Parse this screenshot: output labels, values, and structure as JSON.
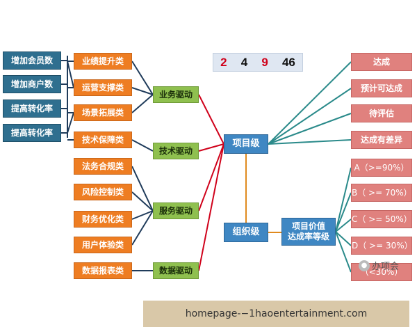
{
  "metrics": [
    "增加会员数",
    "增加商户数",
    "提高转化率",
    "提高转化率"
  ],
  "categories": [
    "业绩提升类",
    "运营支撑类",
    "场景拓展类",
    "技术保障类",
    "法务合规类",
    "风险控制类",
    "财务优化类",
    "用户体验类",
    "数据报表类"
  ],
  "drivers": [
    "业务驱动",
    "技术驱动",
    "服务驱动",
    "数据驱动"
  ],
  "project_level": "项目级",
  "org_level": "组织级",
  "project_value": "项目价值\n达成率等级",
  "statuses": [
    "达成",
    "预计可达成",
    "待评估",
    "达成有差异"
  ],
  "grades": [
    "A（>=90%）",
    "B（ >= 70%）",
    "C（ >= 50%）",
    "D（ >= 30%）",
    "（<30%）"
  ],
  "counter": [
    {
      "value": "2",
      "color": "#d0021b"
    },
    {
      "value": "4",
      "color": "#111111"
    },
    {
      "value": "9",
      "color": "#d0021b"
    },
    {
      "value": "46",
      "color": "#111111"
    }
  ],
  "watermark": "办项会",
  "footer": "homepage-−1haoentertainment.com",
  "colors": {
    "metric": "#2f6f8f",
    "category": "#ee7d22",
    "driver": "#8fc04f",
    "center": "#3f87c3",
    "status": "#e0817e",
    "line_dark": "#1f3b5a",
    "line_red": "#d0021b",
    "line_teal": "#2a8a8a",
    "line_orange": "#e08a1e"
  }
}
